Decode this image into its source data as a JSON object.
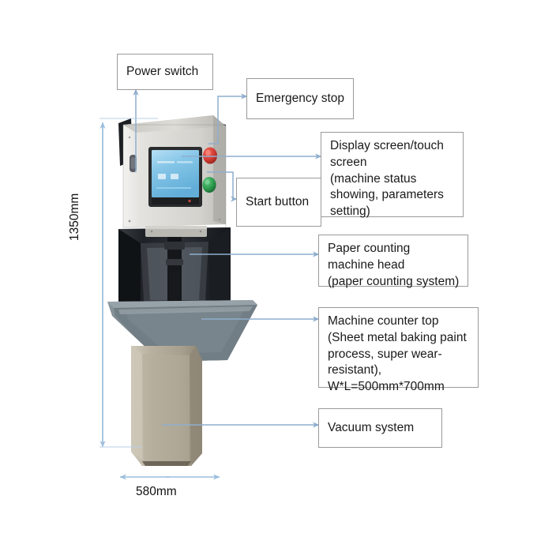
{
  "diagram": {
    "title": "Paper counting machine annotated diagram",
    "callouts": [
      {
        "id": "power-switch",
        "label": "Power switch"
      },
      {
        "id": "emergency-stop",
        "label": "Emergency stop"
      },
      {
        "id": "display-screen",
        "label": "Display screen/touch screen\n(machine status showing, parameters setting)"
      },
      {
        "id": "start-button",
        "label": "Start button"
      },
      {
        "id": "counting-head",
        "label": "Paper counting machine head\n(paper counting system)"
      },
      {
        "id": "counter-top",
        "label": "Machine counter top (Sheet metal baking paint process, super wear-resistant),\nW*L=500mm*700mm"
      },
      {
        "id": "vacuum-system",
        "label": "Vacuum system"
      }
    ],
    "dimensions": {
      "height": "1350mm",
      "width": "580mm"
    },
    "machine_parts": {
      "emergency_stop_button": "red-emergency-stop-button",
      "start_button": "green-start-button",
      "touch_screen": "touchscreen-display",
      "power_switch_knob": "power-switch-knob"
    },
    "colors": {
      "connector": "#8faecd",
      "box_border": "#9a9a9a",
      "dimension_line": "#9cbedd",
      "emergency_red": "#d53c33",
      "start_green": "#2f9e4f",
      "cabinet_gray": "#d9d8d4",
      "counter_top": "#6e7a80",
      "base_beige": "#b0a894",
      "screen_blue": "#76c0e8"
    }
  }
}
